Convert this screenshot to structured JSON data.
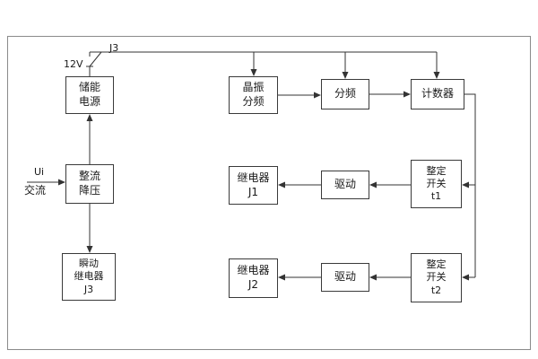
{
  "diagram": {
    "line_color": "#333333",
    "frame_color": "#8a8a8a",
    "labels": {
      "switch_name": "J3",
      "voltage": "12V",
      "input_signal": "Ui",
      "input_type": "交流"
    },
    "boxes": {
      "storage_power": "储能\n电源",
      "rectifier": "整流\n降压",
      "instant_relay": "瞬动\n继电器\nJ3",
      "crystal_divider": "晶振\n分频",
      "divider": "分频",
      "counter": "计数器",
      "relay_j1": "继电器\nJ1",
      "drive_1": "驱动",
      "setting_switch_t1": "整定\n开关\nt1",
      "relay_j2": "继电器\nJ2",
      "drive_2": "驱动",
      "setting_switch_t2": "整定\n开关\nt2"
    },
    "edges": [
      "12V -> J3开关 -> 晶振分频",
      "12V -> J3开关 -> 分频",
      "12V -> J3开关 -> 计数器",
      "整流降压 -> 储能电源",
      "整流降压 -> 瞬动继电器J3",
      "交流Ui -> 整流降压",
      "晶振分频 -> 分频",
      "分频 -> 计数器",
      "计数器 -> 整定开关t1",
      "计数器 -> 整定开关t2",
      "整定开关t1 -> 驱动",
      "驱动 -> 继电器J1",
      "整定开关t2 -> 驱动",
      "驱动 -> 继电器J2"
    ]
  }
}
